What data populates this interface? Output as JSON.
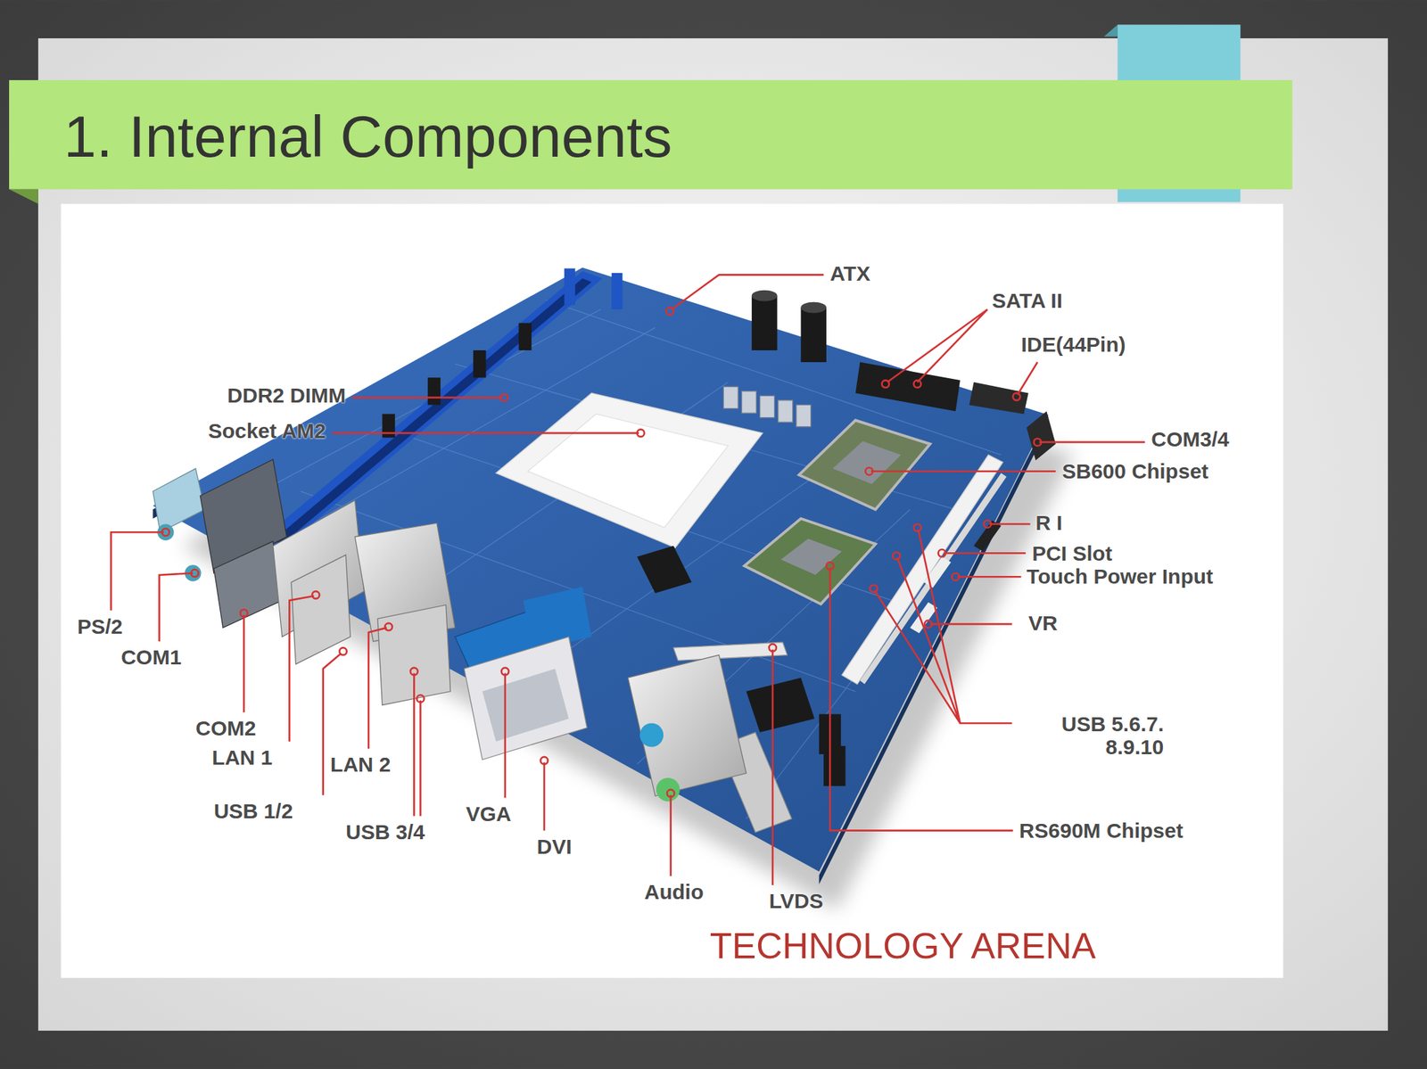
{
  "diagram": {
    "title": "1. Internal Components",
    "labels": [
      "ATX",
      "SATA II",
      "DDR2 DIMM",
      "IDE(44Pin)",
      "Socket AM2",
      "COM3/4",
      "SB600 Chipset",
      "R I",
      "PCI Slot",
      "Touch Power Input",
      "VR",
      "PS/2",
      "COM1",
      "USB 5.6.7. 8.9.10",
      "COM2",
      "LAN 1",
      "LAN 2",
      "USB 1/2",
      "VGA",
      "USB 3/4",
      "RS690M Chipset",
      "DVI",
      "Audio",
      "LVDS",
      "TECHNOLOGY ARENA"
    ]
  }
}
